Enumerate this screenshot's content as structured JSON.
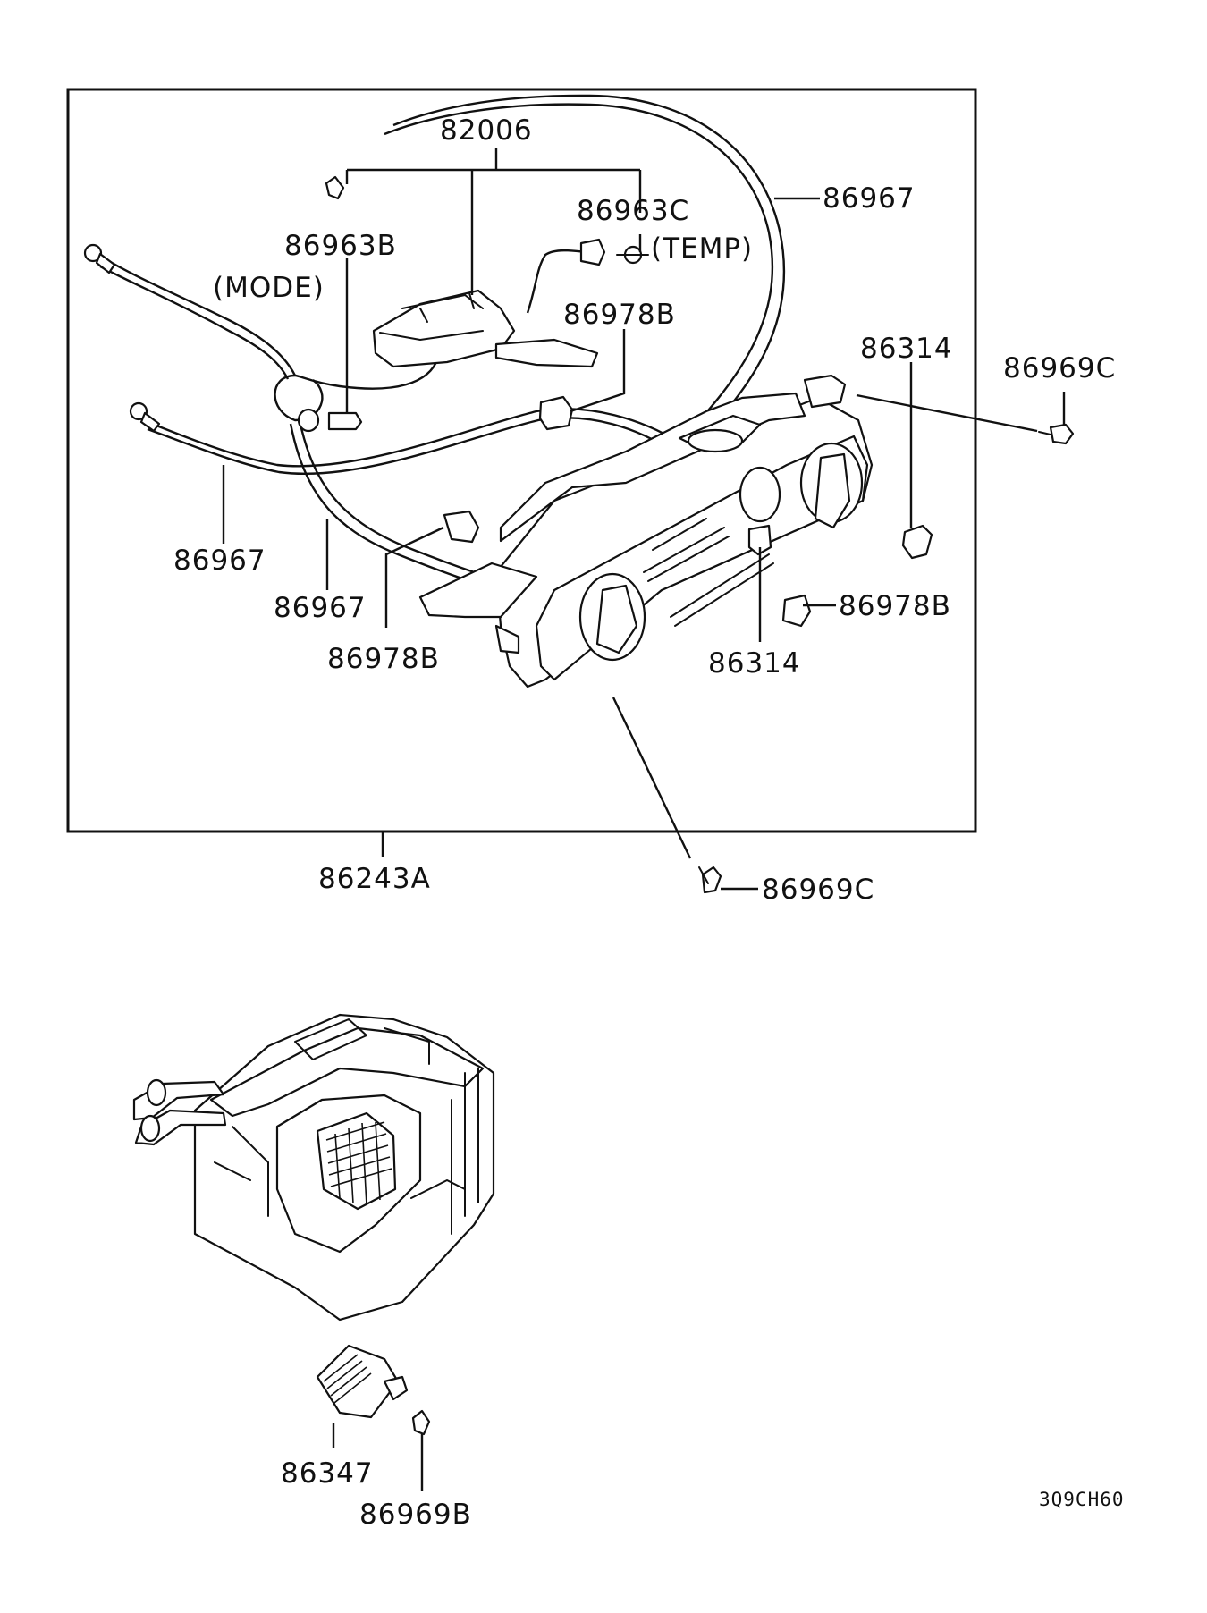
{
  "callouts": {
    "p82006": "82006",
    "p86963B": "86963B",
    "mode": "(MODE)",
    "p86963C": "86963C",
    "temp": "(TEMP)",
    "p86967_top": "86967",
    "p86978B_top": "86978B",
    "p86314_top": "86314",
    "p86969C_right": "86969C",
    "p86967_left": "86967",
    "p86967_mid": "86967",
    "p86978B_left": "86978B",
    "p86978B_right": "86978B",
    "p86314_bottom": "86314",
    "p86243A": "86243A",
    "p86969C_bottom": "86969C",
    "p86347": "86347",
    "p86969B": "86969B"
  },
  "diagram_code": "3Q9CH60"
}
